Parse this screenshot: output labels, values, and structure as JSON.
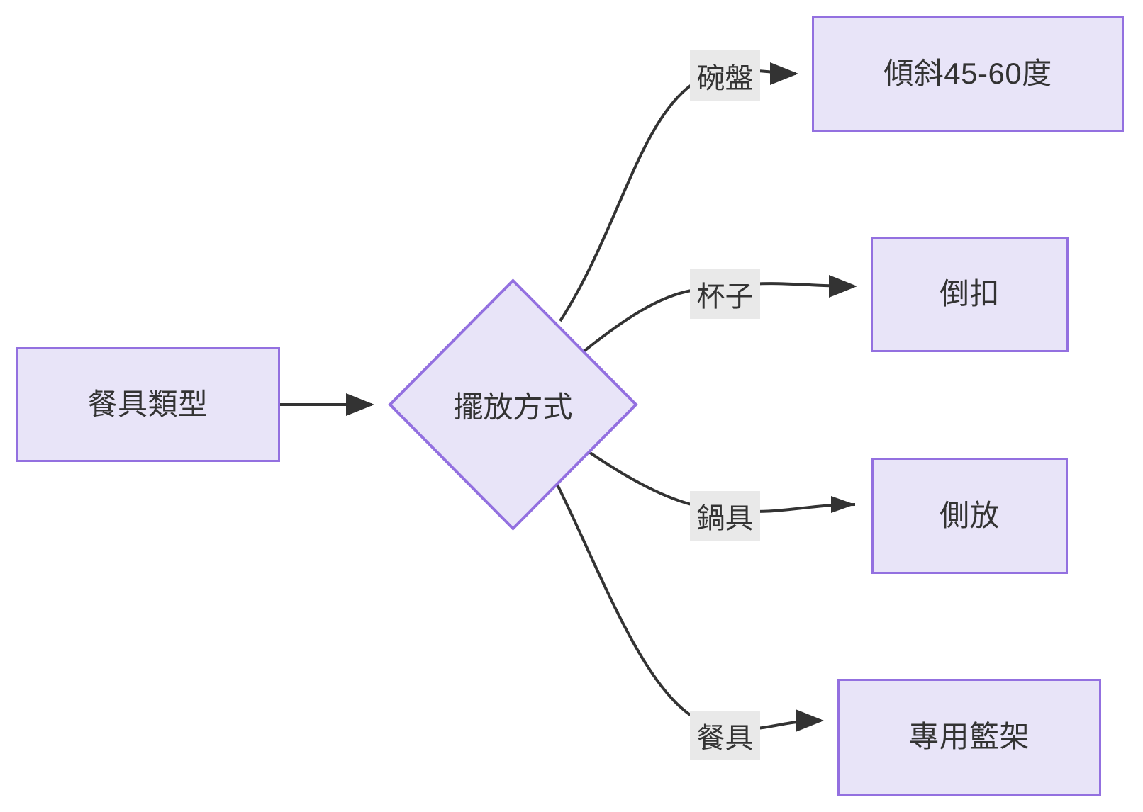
{
  "diagram": {
    "type": "flowchart",
    "direction": "left-to-right",
    "title": "",
    "colors": {
      "node_fill": "#e8e4f8",
      "node_stroke": "#9370e0",
      "edge_stroke": "#333333",
      "label_bg": "#e9e9e9",
      "text": "#333333",
      "background": "#ffffff"
    },
    "nodes": [
      {
        "id": "start",
        "label": "餐具類型",
        "shape": "rectangle"
      },
      {
        "id": "decision",
        "label": "擺放方式",
        "shape": "diamond"
      },
      {
        "id": "out1",
        "label": "傾斜45-60度",
        "shape": "rectangle"
      },
      {
        "id": "out2",
        "label": "倒扣",
        "shape": "rectangle"
      },
      {
        "id": "out3",
        "label": "側放",
        "shape": "rectangle"
      },
      {
        "id": "out4",
        "label": "專用籃架",
        "shape": "rectangle"
      }
    ],
    "edges": [
      {
        "from": "start",
        "to": "decision",
        "label": ""
      },
      {
        "from": "decision",
        "to": "out1",
        "label": "碗盤"
      },
      {
        "from": "decision",
        "to": "out2",
        "label": "杯子"
      },
      {
        "from": "decision",
        "to": "out3",
        "label": "鍋具"
      },
      {
        "from": "decision",
        "to": "out4",
        "label": "餐具"
      }
    ]
  }
}
